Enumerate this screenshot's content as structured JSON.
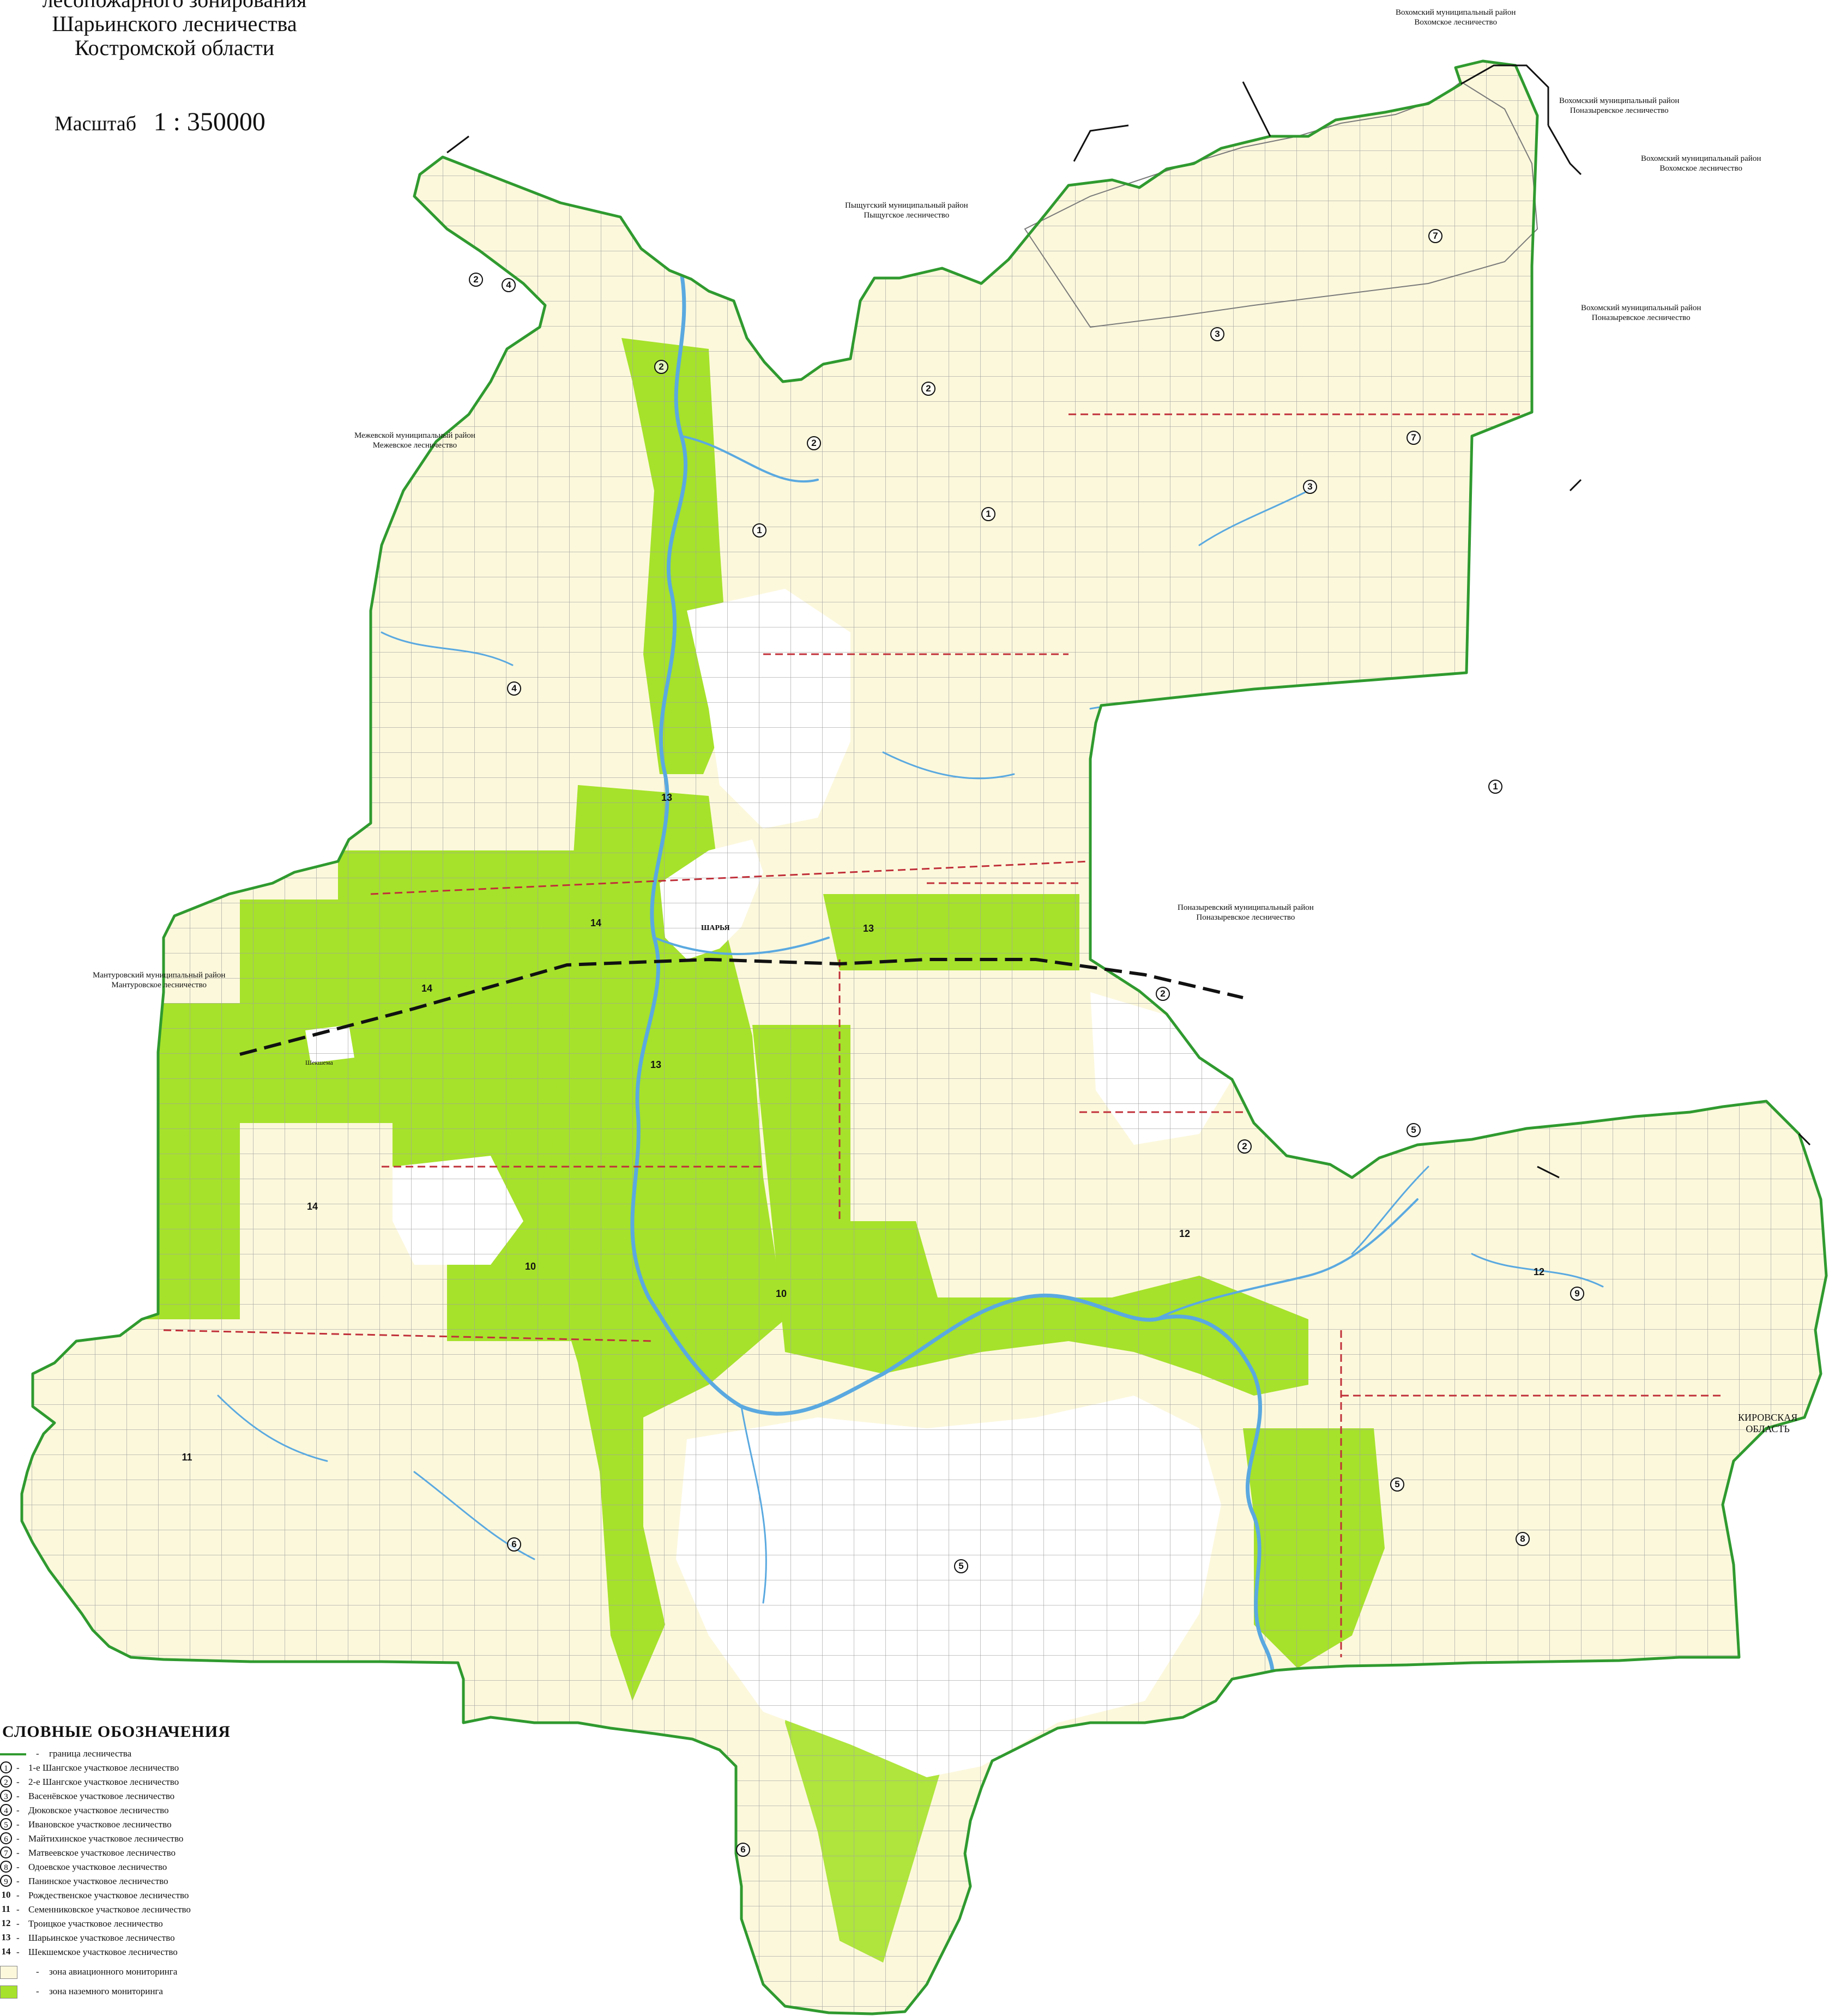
{
  "title": {
    "line1": "лесопожарного зонирования",
    "line2": "Шарьинского лесничества",
    "line3": "Костромской области"
  },
  "scale": {
    "label": "Масштаб",
    "value": "1 : 350000"
  },
  "neighbors": [
    {
      "id": "vokhma-vokhma-n",
      "district": "Вохомский муниципальный район",
      "forestry": "Вохомское лесничество"
    },
    {
      "id": "vokhma-ponaz-1",
      "district": "Вохомский муниципальный район",
      "forestry": "Поназыревское лесничество"
    },
    {
      "id": "vokhma-vokhma-e",
      "district": "Вохомский муниципальный район",
      "forestry": "Вохомское лесничество"
    },
    {
      "id": "vokhma-ponaz-2",
      "district": "Вохомский муниципальный район",
      "forestry": "Поназыревское лесничество"
    },
    {
      "id": "pyshchug",
      "district": "Пыщугский муниципальный район",
      "forestry": "Пыщугское лесничество"
    },
    {
      "id": "mezha",
      "district": "Межевской муниципальный район",
      "forestry": "Межевское лесничество"
    },
    {
      "id": "ponazyrevo",
      "district": "Поназыревский муниципальный район",
      "forestry": "Поназыревское лесничество"
    },
    {
      "id": "manturovo",
      "district": "Мантуровский муниципальный район",
      "forestry": "Мантуровское лесничество"
    },
    {
      "id": "kirov",
      "district": "КИРОВСКАЯ",
      "forestry": "ОБЛАСТЬ"
    }
  ],
  "places": {
    "sharya": "ШАРЬЯ",
    "shekshema": "Шекшема"
  },
  "legend": {
    "title": "СЛОВНЫЕ ОБОЗНАЧЕНИЯ",
    "boundary": "граница лесничества",
    "items": [
      {
        "sym": "1",
        "label": "1-е Шангское  участковое лесничество"
      },
      {
        "sym": "2",
        "label": "2-е Шангское  участковое лесничество"
      },
      {
        "sym": "3",
        "label": "Васенёвское  участковое лесничество"
      },
      {
        "sym": "4",
        "label": "Дюковское  участковое лесничество"
      },
      {
        "sym": "5",
        "label": "Ивановское  участковое лесничество"
      },
      {
        "sym": "6",
        "label": "Майтихинское  участковое лесничество"
      },
      {
        "sym": "7",
        "label": "Матвеевское  участковое лесничество"
      },
      {
        "sym": "8",
        "label": "Одоевское  участковое лесничество"
      },
      {
        "sym": "9",
        "label": "Панинское  участковое лесничество"
      },
      {
        "sym": "10",
        "label": "Рождественское  участковое лесничество"
      },
      {
        "sym": "11",
        "label": "Семенниковское  участковое лесничество"
      },
      {
        "sym": "12",
        "label": "Троицкое  участковое лесничество"
      },
      {
        "sym": "13",
        "label": "Шарьинское  участковое лесничество"
      },
      {
        "sym": "14",
        "label": "Шекшемское  участковое лесничество"
      }
    ],
    "zone_aviation": "зона авиационного мониторинга",
    "zone_ground": "зона наземного мониторинга"
  },
  "district_markers": [
    {
      "n": "1"
    },
    {
      "n": "1"
    },
    {
      "n": "1"
    },
    {
      "n": "2"
    },
    {
      "n": "2"
    },
    {
      "n": "2"
    },
    {
      "n": "2"
    },
    {
      "n": "2"
    },
    {
      "n": "2"
    },
    {
      "n": "3"
    },
    {
      "n": "3"
    },
    {
      "n": "4"
    },
    {
      "n": "4"
    },
    {
      "n": "5"
    },
    {
      "n": "5"
    },
    {
      "n": "5"
    },
    {
      "n": "6"
    },
    {
      "n": "6"
    },
    {
      "n": "7"
    },
    {
      "n": "7"
    },
    {
      "n": "8"
    },
    {
      "n": "9"
    },
    {
      "n": "10"
    },
    {
      "n": "10"
    },
    {
      "n": "11"
    },
    {
      "n": "12"
    },
    {
      "n": "12"
    },
    {
      "n": "13"
    },
    {
      "n": "13"
    },
    {
      "n": "13"
    },
    {
      "n": "14"
    },
    {
      "n": "14"
    },
    {
      "n": "14"
    }
  ],
  "colors": {
    "cream": "#fcf8dc",
    "green": "#a6e22b",
    "white": "#ffffff",
    "boundary": "#2f9a2f",
    "grid": "#9a9a9a",
    "river": "#5aa9e0",
    "district_border": "#c0303a",
    "rail": "#111111"
  }
}
